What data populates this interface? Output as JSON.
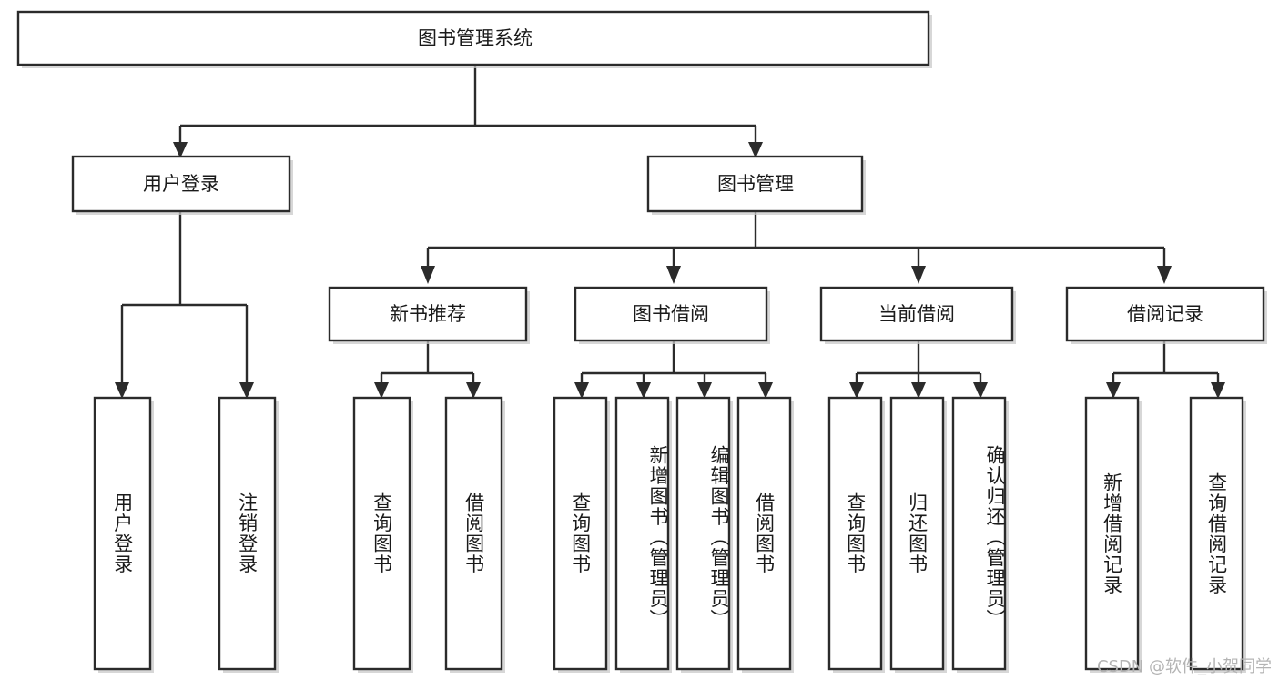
{
  "diagram": {
    "title": "图书管理系统",
    "watermark": "CSDN @软件_小贺同学",
    "colors": {
      "stroke": "#2b2b2b",
      "fill": "#ffffff",
      "text": "#1a1a1a",
      "watermark": "#b4b4b4",
      "shadow": "#c9c9c9"
    },
    "nodes": {
      "root": {
        "label": "图书管理系统"
      },
      "level1": [
        {
          "label": "用户登录"
        },
        {
          "label": "图书管理"
        }
      ],
      "level2": [
        {
          "label": "新书推荐"
        },
        {
          "label": "图书借阅"
        },
        {
          "label": "当前借阅"
        },
        {
          "label": "借阅记录"
        }
      ],
      "leaves": {
        "user_login": [
          {
            "label": "用户登录"
          },
          {
            "label": "注销登录"
          }
        ],
        "new_book": [
          {
            "label": "查询图书"
          },
          {
            "label": "借阅图书"
          }
        ],
        "book_borrow": [
          {
            "label": "查询图书"
          },
          {
            "label": "新增图书（管理员）"
          },
          {
            "label": "编辑图书（管理员）"
          },
          {
            "label": "借阅图书"
          }
        ],
        "current_borrow": [
          {
            "label": "查询图书"
          },
          {
            "label": "归还图书"
          },
          {
            "label": "确认归还（管理员）"
          }
        ],
        "borrow_record": [
          {
            "label": "新增借阅记录"
          },
          {
            "label": "查询借阅记录"
          }
        ]
      }
    }
  }
}
